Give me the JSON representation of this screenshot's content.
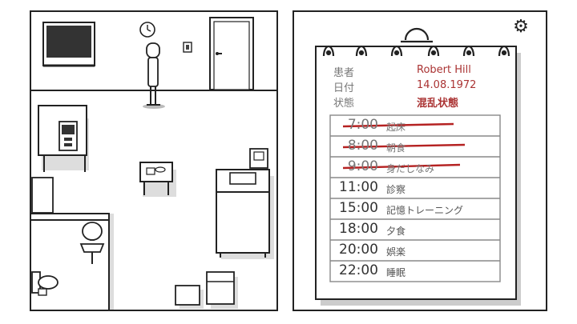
{
  "patient": {
    "name_label": "患者",
    "name_value": "Robert Hill",
    "date_label": "日付",
    "date_value": "14.08.1972",
    "status_label": "状態",
    "status_value": "混乱状態"
  },
  "schedule": [
    {
      "time": "7:00",
      "task": "起床",
      "done": true
    },
    {
      "time": "8:00",
      "task": "朝食",
      "done": true
    },
    {
      "time": "9:00",
      "task": "身だしなみ",
      "done": true
    },
    {
      "time": "11:00",
      "task": "診察",
      "done": false
    },
    {
      "time": "15:00",
      "task": "記憶トレーニング",
      "done": false
    },
    {
      "time": "18:00",
      "task": "夕食",
      "done": false
    },
    {
      "time": "20:00",
      "task": "娯楽",
      "done": false
    },
    {
      "time": "22:00",
      "task": "睡眠",
      "done": false
    }
  ],
  "icons": {
    "settings": "gear-icon"
  },
  "colors": {
    "strike": "#b52222",
    "status": "#a33333"
  }
}
